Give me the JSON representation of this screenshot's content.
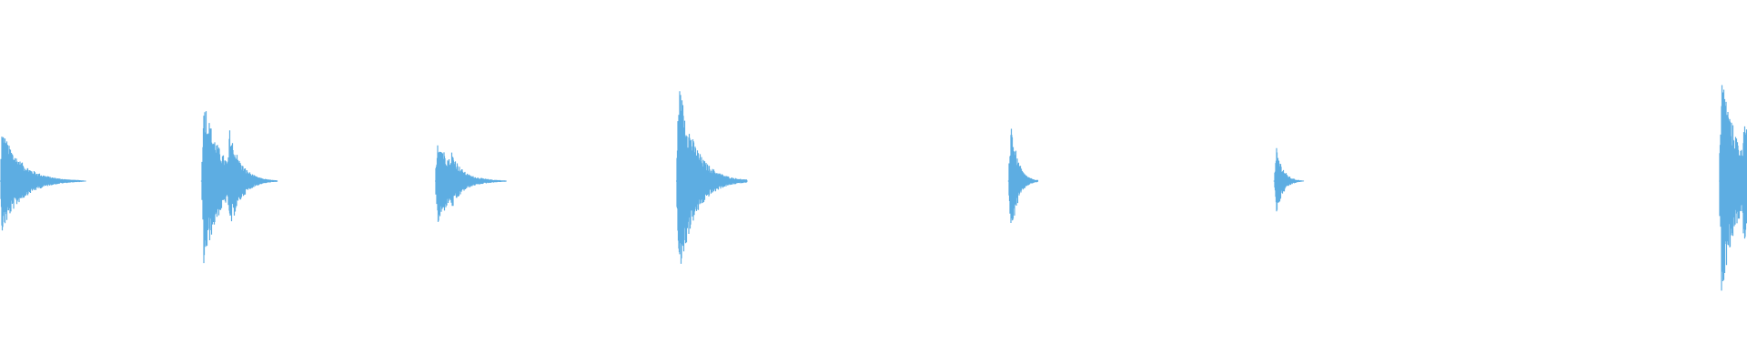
{
  "waveform": {
    "color": "#5dade2",
    "description_shape": "percussive-audio-bursts",
    "bursts": [
      {
        "onset_fraction": 0.0,
        "peak_amplitude": 0.44,
        "decay": "long",
        "secondary": []
      },
      {
        "onset_fraction": 0.115,
        "peak_amplitude": 0.72,
        "decay": "short",
        "secondary": [
          {
            "offset_fraction": 0.015,
            "amplitude": 0.44
          }
        ]
      },
      {
        "onset_fraction": 0.249,
        "peak_amplitude": 0.38,
        "decay": "short",
        "secondary": [
          {
            "offset_fraction": 0.0085,
            "amplitude": 0.26
          }
        ]
      },
      {
        "onset_fraction": 0.387,
        "peak_amplitude": 0.84,
        "decay": "short",
        "secondary": [
          {
            "offset_fraction": 0.0105,
            "amplitude": 0.21
          }
        ]
      },
      {
        "onset_fraction": 0.577,
        "peak_amplitude": 0.52,
        "decay": "very-short",
        "secondary": []
      },
      {
        "onset_fraction": 0.729,
        "peak_amplitude": 0.28,
        "decay": "very-short",
        "secondary": []
      },
      {
        "onset_fraction": 0.984,
        "peak_amplitude": 0.94,
        "decay": "short",
        "secondary": [
          {
            "offset_fraction": 0.013,
            "amplitude": 0.57
          }
        ]
      }
    ]
  }
}
